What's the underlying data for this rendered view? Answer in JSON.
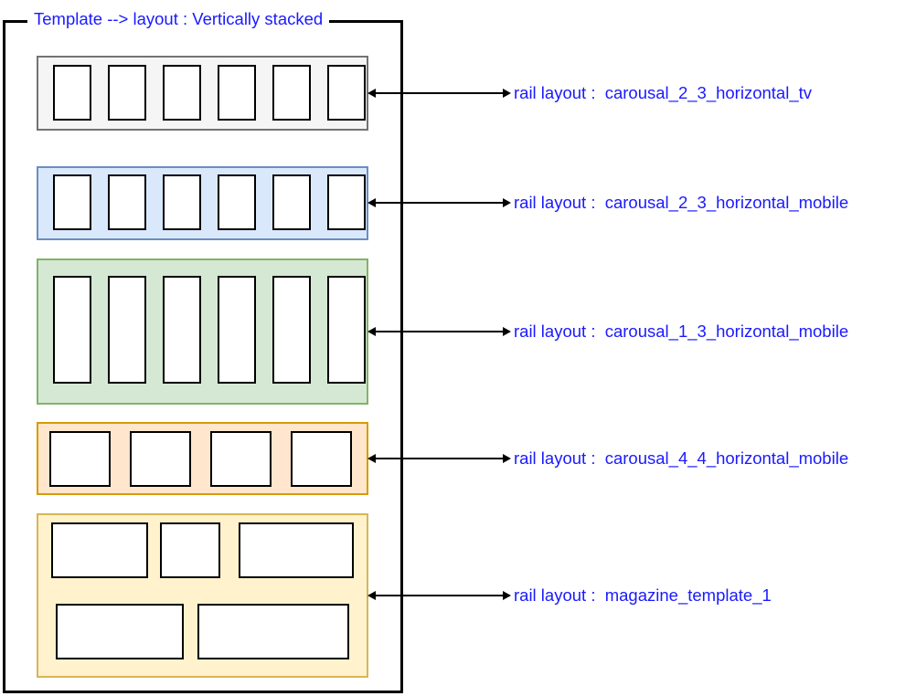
{
  "title": "Template --> layout : Vertically stacked",
  "colors": {
    "text_accent": "#1a1aff",
    "outline": "#000000",
    "card_fill": "#ffffff"
  },
  "rails": [
    {
      "layout_name": "carousal_2_3_horizontal_tv",
      "label": "rail layout :  carousal_2_3_horizontal_tv",
      "fill": "#f5f5f5",
      "stroke": "#737373",
      "card_count": 6,
      "card_shape": "portrait_2_3"
    },
    {
      "layout_name": "carousal_2_3_horizontal_mobile",
      "label": "rail layout :  carousal_2_3_horizontal_mobile",
      "fill": "#dae8fc",
      "stroke": "#6c8ebf",
      "card_count": 6,
      "card_shape": "portrait_2_3"
    },
    {
      "layout_name": "carousal_1_3_horizontal_mobile",
      "label": "rail layout :  carousal_1_3_horizontal_mobile",
      "fill": "#d5e8d4",
      "stroke": "#82b366",
      "card_count": 6,
      "card_shape": "portrait_1_3"
    },
    {
      "layout_name": "carousal_4_4_horizontal_mobile",
      "label": "rail layout :  carousal_4_4_horizontal_mobile",
      "fill": "#ffe6cc",
      "stroke": "#d79b00",
      "card_count": 4,
      "card_shape": "landscape_4_4"
    },
    {
      "layout_name": "magazine_template_1",
      "label": "rail layout :  magazine_template_1",
      "fill": "#fff2cc",
      "stroke": "#d6b656",
      "card_count": 5,
      "card_shape": "magazine_mixed"
    }
  ]
}
